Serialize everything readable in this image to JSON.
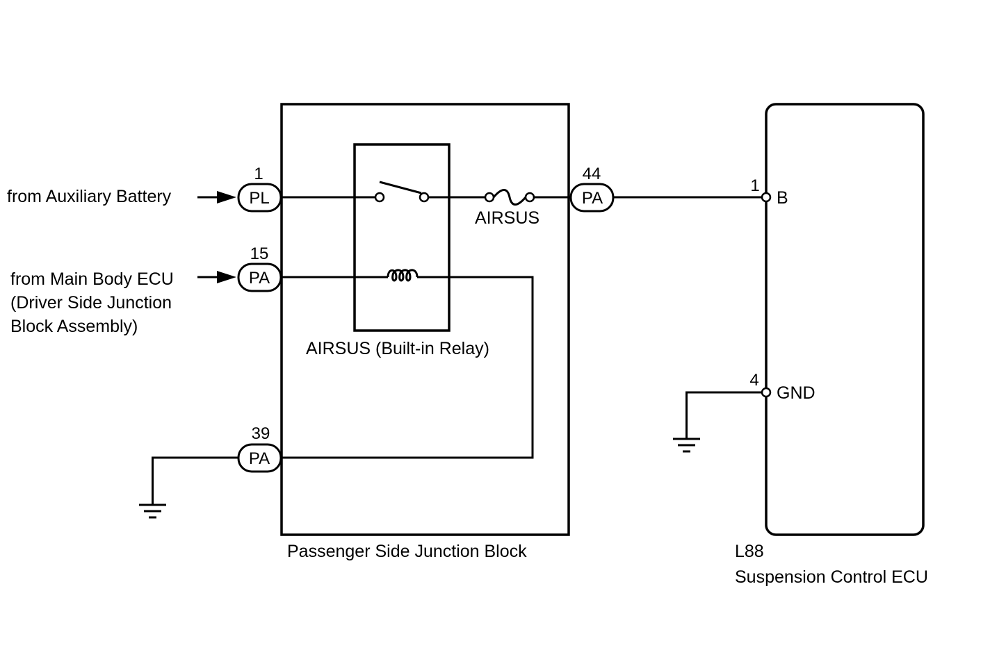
{
  "inputs": {
    "aux_battery": "from Auxiliary Battery",
    "main_body_line1": "from Main Body ECU",
    "main_body_line2": "(Driver Side Junction",
    "main_body_line3": "Block Assembly)"
  },
  "junction_block": {
    "name": "Passenger Side Junction Block",
    "relay_name": "AIRSUS (Built-in Relay)",
    "fuse_name": "AIRSUS",
    "connectors": [
      {
        "pin": "1",
        "code": "PL"
      },
      {
        "pin": "15",
        "code": "PA"
      },
      {
        "pin": "39",
        "code": "PA"
      },
      {
        "pin": "44",
        "code": "PA"
      }
    ]
  },
  "ecu": {
    "code": "L88",
    "name": "Suspension Control ECU",
    "terminals": [
      {
        "pin": "1",
        "name": "B"
      },
      {
        "pin": "4",
        "name": "GND"
      }
    ]
  }
}
